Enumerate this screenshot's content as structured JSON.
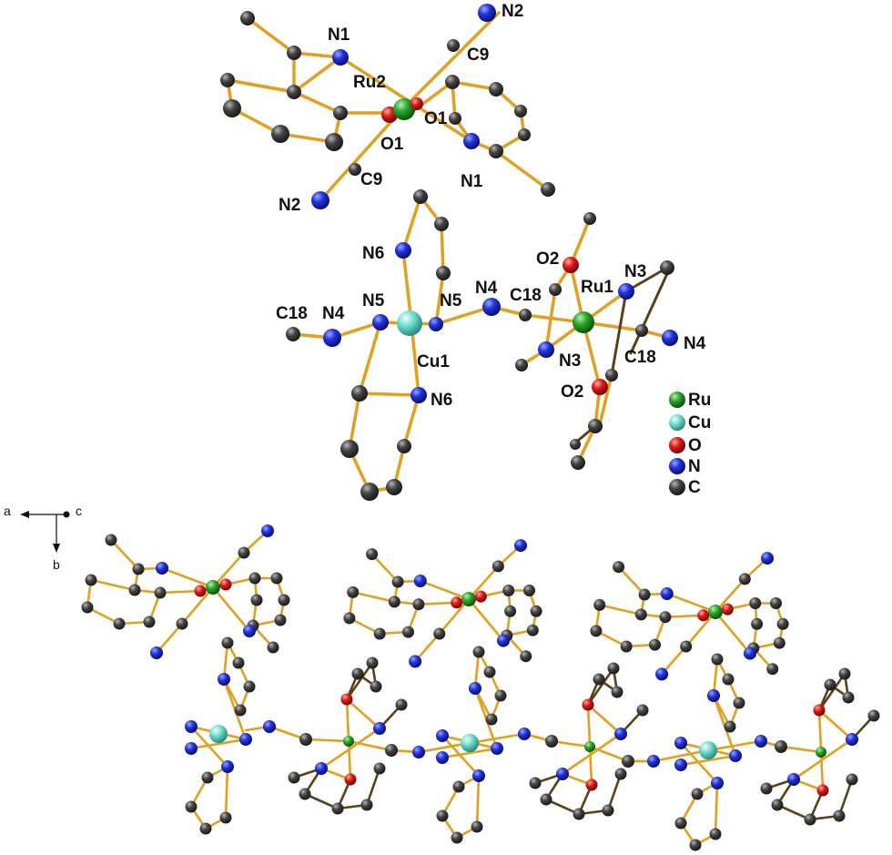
{
  "colors": {
    "bond": "#e0a020",
    "bond_dark": "#5a4218",
    "Ru": "#2aa52a",
    "Cu": "#66d9c8",
    "O": "#e01818",
    "N": "#2233dd",
    "C": "#3a3a3a"
  },
  "top_molecule": {
    "labels": [
      "N1",
      "Ru2",
      "O1",
      "O1",
      "C9",
      "C9",
      "N2",
      "N2",
      "N1"
    ]
  },
  "chain_unit": {
    "labels": [
      "N6",
      "N5",
      "N5",
      "N4",
      "N4",
      "C18",
      "C18",
      "Cu1",
      "N6",
      "O2",
      "Ru1",
      "N3",
      "N3",
      "C18",
      "N4",
      "O2"
    ]
  },
  "legend": {
    "items": [
      {
        "element": "Ru",
        "label": "Ru",
        "color": "#2aa52a"
      },
      {
        "element": "Cu",
        "label": "Cu",
        "color": "#66d9c8"
      },
      {
        "element": "O",
        "label": "O",
        "color": "#e01818"
      },
      {
        "element": "N",
        "label": "N",
        "color": "#2233dd"
      },
      {
        "element": "C",
        "label": "C",
        "color": "#3a3a3a"
      }
    ]
  },
  "axes": {
    "a": "a",
    "b": "b",
    "c": "c"
  }
}
